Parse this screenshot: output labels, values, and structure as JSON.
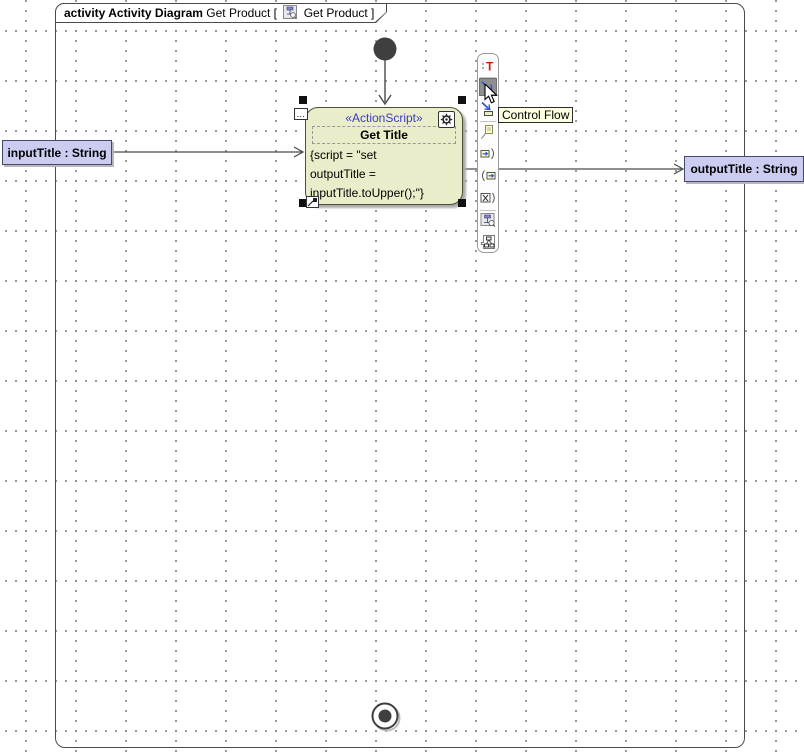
{
  "header": {
    "kind": "activity Activity Diagram",
    "title": "Get Product [",
    "ref": "Get Product ]"
  },
  "action": {
    "stereotype": "«ActionScript»",
    "name": "Get Title",
    "body": [
      "{script = \"set",
      "outputTitle =",
      "inputTitle.toUpper();\"}"
    ]
  },
  "parameters": {
    "input": "inputTitle : String",
    "output": "outputTitle : String"
  },
  "toolbar": {
    "tooltip": "Control Flow",
    "items": [
      {
        "icon": "name-text-icon",
        "selected": false
      },
      {
        "icon": "control-flow-icon",
        "selected": true
      },
      {
        "icon": "object-flow-icon",
        "selected": false
      },
      {
        "icon": "comment-icon",
        "selected": false
      },
      {
        "icon": "send-signal-action-icon",
        "selected": false
      },
      {
        "icon": "accept-event-action-icon",
        "selected": false
      },
      {
        "icon": "accept-time-event-icon",
        "selected": false
      },
      {
        "icon": "nested-diagram-icon",
        "selected": false
      },
      {
        "icon": "structured-node-icon",
        "selected": false
      }
    ]
  },
  "colors": {
    "action_fill": "#eaedca",
    "parameter_fill": "#ccccf1",
    "stereotype_text": "#3a3acc",
    "tooltip_bg": "#ffffe1",
    "edge": "#4a4a4a",
    "node_fill": "#3f3f3f",
    "selection_handle": "#111111",
    "grid_dot": "#8c8c8c"
  }
}
